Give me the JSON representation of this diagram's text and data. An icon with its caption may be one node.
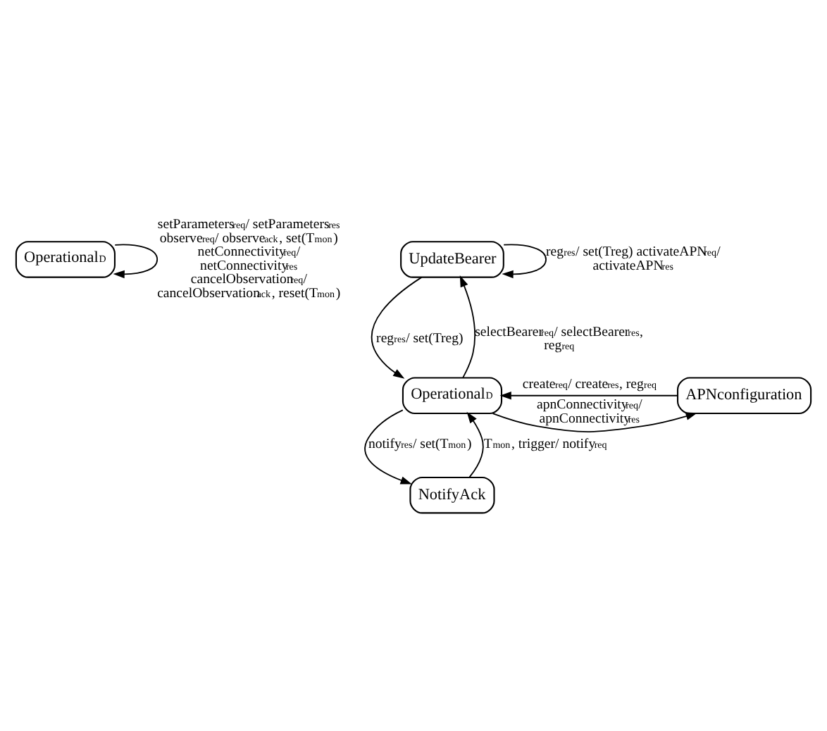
{
  "diagram": {
    "nodes": [
      {
        "text": [
          "Operational$_{D}$"
        ]
      },
      {
        "text": [
          "UpdateBearer"
        ]
      },
      {
        "text": [
          "APNconfiguration"
        ]
      },
      {
        "text": [
          "Operational$_{D}$"
        ]
      },
      {
        "text": [
          "NotifyAck"
        ]
      }
    ],
    "edges": [
      {
        "from": 0,
        "to": 0,
        "arrow": "to",
        "label": "setParameters$_{req}$/ setParameters$_{res}$ observe$_{req}$/ observe$_{ack}$, set(T$_{mon}$) netConnectivity$_{req}$/ netConnectivity$_{res}$ cancelObservation$_{req}$/ cancelObservation$_{ack}$, reset(T$_{mon}$)"
      },
      {
        "from": 1,
        "to": 1,
        "arrow": "to",
        "label": "reg$_{res}$/ set(Treg) activateAPN$_{req}$/ activateAPN$_{res}$"
      },
      {
        "from": 3,
        "to": 1,
        "arrow": "to",
        "label": "selectBearer$_{req}$/ selectBearer$_{res}$, reg$_{req}$"
      },
      {
        "from": 1,
        "to": 3,
        "arrow": "to",
        "label": "reg$_{res}$/ set(Treg)"
      },
      {
        "from": 2,
        "to": 3,
        "arrow": "to",
        "label": "create$_{req}$/ create$_{res}$, reg$_{req}$"
      },
      {
        "from": 3,
        "to": 2,
        "arrow": "to",
        "label": "apnConnectivity$_{req}$/ apnConnectivity$_{res}$"
      },
      {
        "from": 4,
        "to": 3,
        "arrow": "to",
        "label": "T$_{mon}$, trigger/ notify$_{req}$"
      },
      {
        "from": 3,
        "to": 4,
        "arrow": "to",
        "label": "notify$_{res}$/ set(T$_{mon}$)"
      }
    ]
  }
}
